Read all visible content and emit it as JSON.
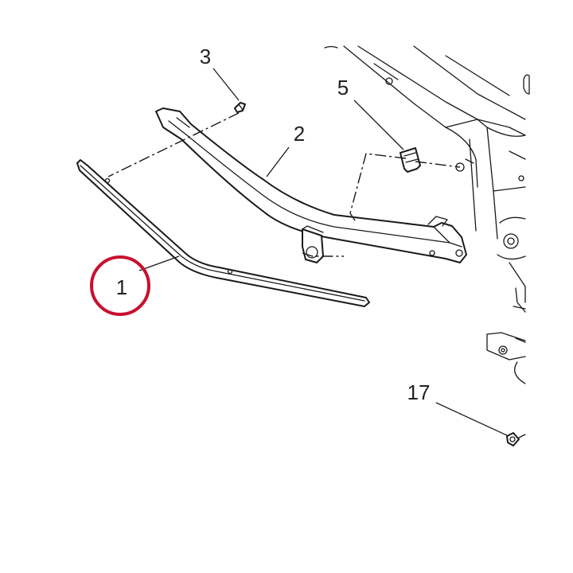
{
  "diagram": {
    "callouts": [
      {
        "id": "c1",
        "label": "1"
      },
      {
        "id": "c2",
        "label": "2"
      },
      {
        "id": "c3",
        "label": "3"
      },
      {
        "id": "c5",
        "label": "5"
      },
      {
        "id": "c17",
        "label": "17"
      }
    ],
    "highlight": {
      "target_label": "1",
      "color": "#c8102e"
    },
    "line_color": "#1a1a1a"
  }
}
